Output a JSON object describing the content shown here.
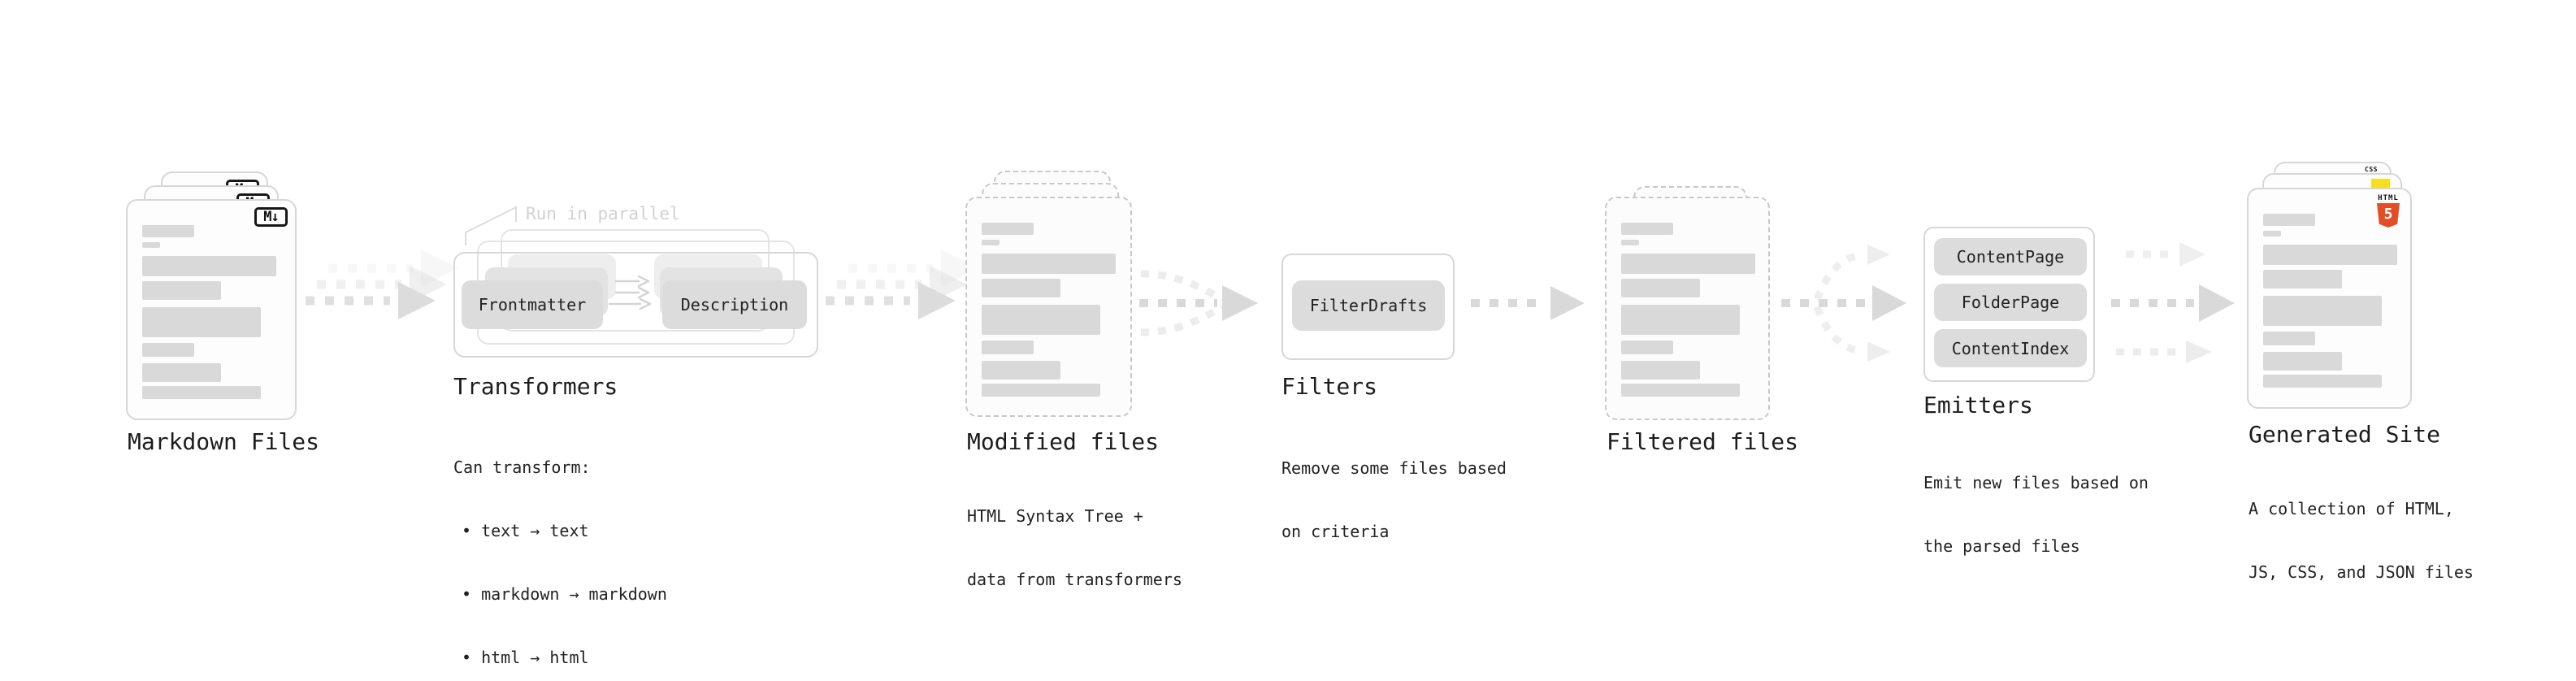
{
  "stages": {
    "markdown_files": {
      "label": "Markdown Files",
      "badge": "M↓"
    },
    "transformers": {
      "label": "Transformers",
      "annotation": "Run in parallel",
      "pill_left": "Frontmatter",
      "pill_right": "Description",
      "desc_heading": "Can transform:",
      "bullets": [
        "• text → text",
        "• markdown → markdown",
        "• html → html"
      ]
    },
    "modified_files": {
      "label": "Modified files",
      "desc": [
        "HTML Syntax Tree +",
        "data from transformers"
      ]
    },
    "filters": {
      "label": "Filters",
      "pill": "FilterDrafts",
      "desc": [
        "Remove some files based",
        "on criteria"
      ]
    },
    "filtered_files": {
      "label": "Filtered files"
    },
    "emitters": {
      "label": "Emitters",
      "pills": [
        "ContentPage",
        "FolderPage",
        "ContentIndex"
      ],
      "desc": [
        "Emit new files based on",
        "the parsed files"
      ]
    },
    "generated_site": {
      "label": "Generated Site",
      "badge_css": "CSS",
      "badge_html_word": "HTML",
      "badge_html_number": "5",
      "desc": [
        "A collection of HTML,",
        "JS, CSS, and JSON files"
      ]
    }
  },
  "colors": {
    "text": "#1f1f1f",
    "muted_annotation": "#d2d2d2",
    "card_border": "#d7d7d7",
    "pill_gray": "#dcdcdc",
    "bar_gray": "#d9d9d9",
    "arrow_gray": "#dcdcdc",
    "html5_orange": "#e44d26",
    "js_yellow": "#f7df1e",
    "css_blue": "#2965f1"
  }
}
